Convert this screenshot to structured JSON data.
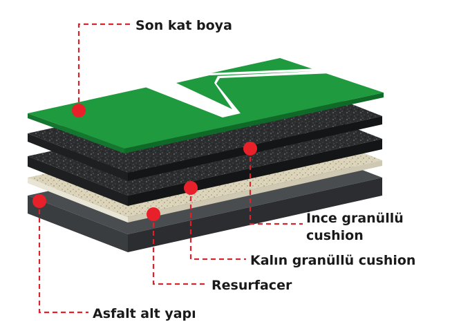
{
  "diagram": {
    "colors": {
      "paint_green": "#1f9a3f",
      "paint_green_side": "#0f6a28",
      "court_line": "#ffffff",
      "granule_dark": "#2a2c2e",
      "granule_side": "#141516",
      "resurfacer": "#d9d2b8",
      "asphalt_top": "#4a4d50",
      "asphalt_side": "#2b2d30",
      "callout": "#e0202a"
    },
    "labels": {
      "son_kat_boya": "Son kat boya",
      "ince_granullu_line1": "İnce granüllü",
      "ince_granullu_line2": "cushion",
      "kalin_granullu": "Kalın granüllü cushion",
      "resurfacer": "Resurfacer",
      "asfalt_alt_yapi": "Asfalt alt yapı"
    }
  }
}
